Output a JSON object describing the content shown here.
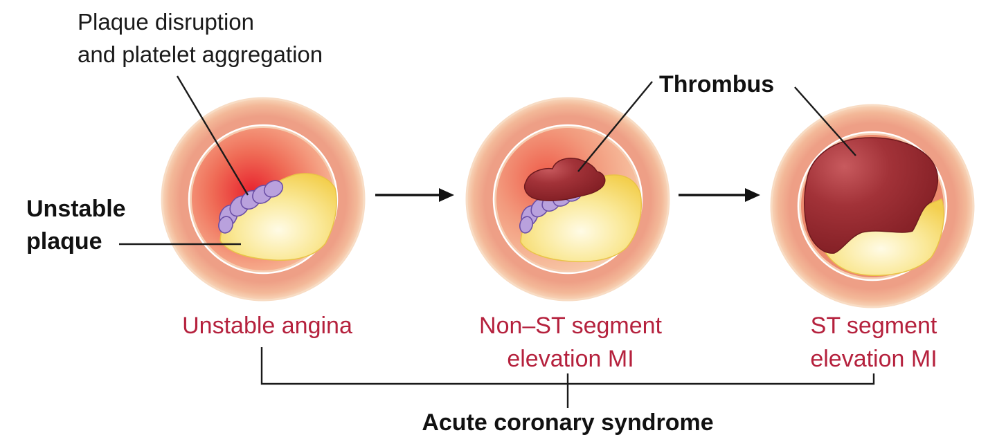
{
  "annotations": {
    "plaque_disruption_line1": "Plaque disruption",
    "plaque_disruption_line2": "and platelet aggregation",
    "unstable_plaque_line1": "Unstable",
    "unstable_plaque_line2": "plaque",
    "thrombus": "Thrombus"
  },
  "stages": [
    {
      "label_line1": "Unstable angina",
      "label_line2": ""
    },
    {
      "label_line1": "Non–ST segment",
      "label_line2": "elevation MI"
    },
    {
      "label_line1": "ST segment",
      "label_line2": "elevation MI"
    }
  ],
  "bracket_label": "Acute coronary syndrome",
  "colors": {
    "vessel_outer": "#f6c7a8",
    "vessel_wall": "#ec9f88",
    "lumen_red": "#e8383c",
    "plaque_yellow": "#f7dc6a",
    "platelet_purple": "#b59bd8",
    "thrombus": "#9b2b30",
    "label_red": "#b5213d"
  }
}
